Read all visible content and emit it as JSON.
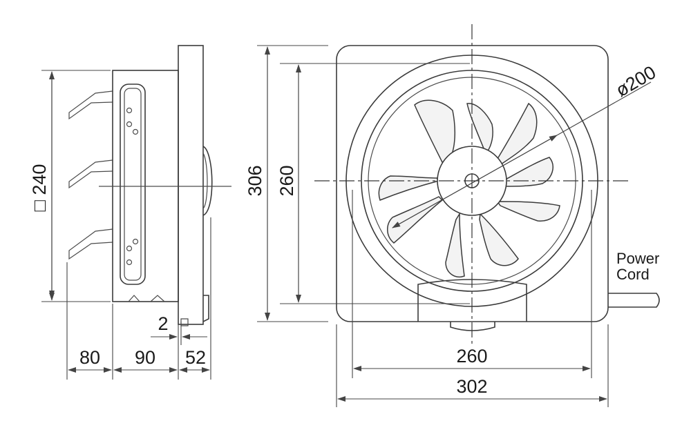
{
  "dimensions": {
    "side_square": "□ 240",
    "depth_front": "80",
    "depth_body": "90",
    "depth_back": "52",
    "gap": "2",
    "height_outer": "306",
    "height_inner": "260",
    "width_inner": "260",
    "width_outer": "302",
    "diameter": "ø200"
  },
  "labels": {
    "power_line1": "Power",
    "power_line2": "Cord"
  },
  "colors": {
    "line": "#3a3a3a",
    "text": "#1a1a1a"
  }
}
